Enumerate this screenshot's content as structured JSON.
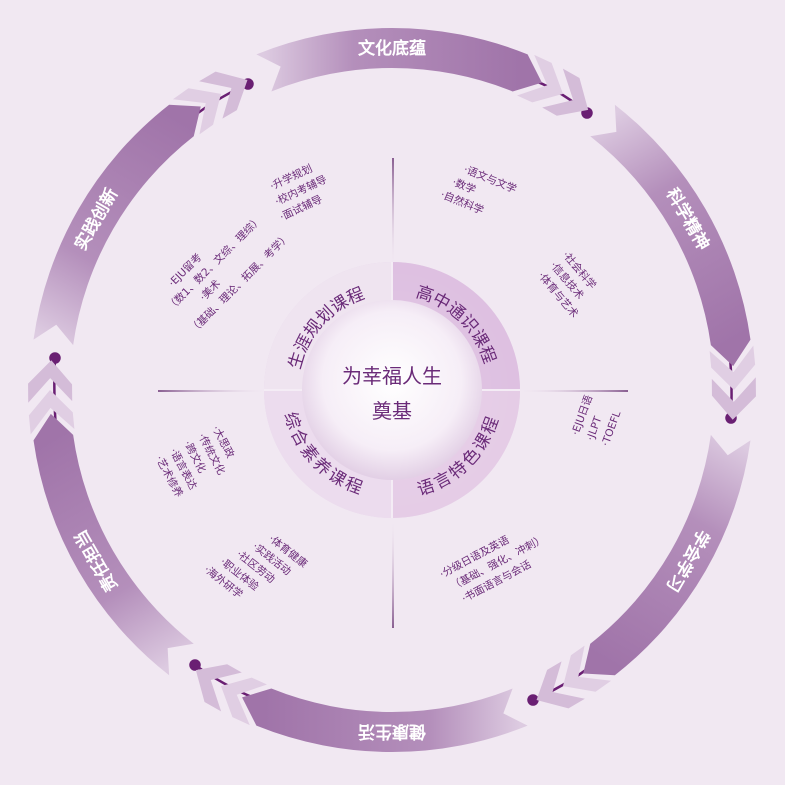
{
  "center": {
    "line1": "为幸福人生",
    "line2": "奠基"
  },
  "outer_segments": [
    {
      "label": "文化底蕴",
      "angle": -90
    },
    {
      "label": "科学精神",
      "angle": -30
    },
    {
      "label": "学会学习",
      "angle": 30
    },
    {
      "label": "健康生活",
      "angle": 90
    },
    {
      "label": "责任担当",
      "angle": 150
    },
    {
      "label": "实践创新",
      "angle": 210
    }
  ],
  "inner_ring": [
    {
      "label": "生涯规划课程",
      "quadrant": "top-left"
    },
    {
      "label": "高中通识课程",
      "quadrant": "top-right"
    },
    {
      "label": "语言特色课程",
      "quadrant": "bottom-right"
    },
    {
      "label": "综合素养课程",
      "quadrant": "bottom-left"
    }
  ],
  "items": {
    "career_a": [
      "·升学规划",
      "·校内考辅导",
      "·面试辅导"
    ],
    "career_b": [
      "·EJU留考",
      "（数1、数2、文综、理综）",
      "·美术",
      "（基础、理论、拓展、考学）"
    ],
    "general_a": [
      "·语文与文学",
      "·数学",
      "·自然科学"
    ],
    "general_b": [
      "·社会科学",
      "·信息技术",
      "·体育与艺术"
    ],
    "language_a": [
      "·EJU日语",
      "·JLPT",
      "·TOEFL"
    ],
    "language_b": [
      "·分级日语及英语",
      "（基础、强化、冲刺）",
      "·书面语言与会话"
    ],
    "literacy_a": [
      "·大思政",
      "·传统文化",
      "·跨文化",
      "·语言表达",
      "·艺术修养"
    ],
    "literacy_b": [
      "·体育健康",
      "·实践活动",
      "·社区劳动",
      "·职业体验",
      "·海外研学"
    ]
  },
  "colors": {
    "background": "#f1e8f2",
    "segment": "#a57aae",
    "segment_light": "#d9c3dd",
    "text_dark": "#6a2a78",
    "connector": "#6a1f73",
    "inner_ring": "#d9b8dc"
  }
}
